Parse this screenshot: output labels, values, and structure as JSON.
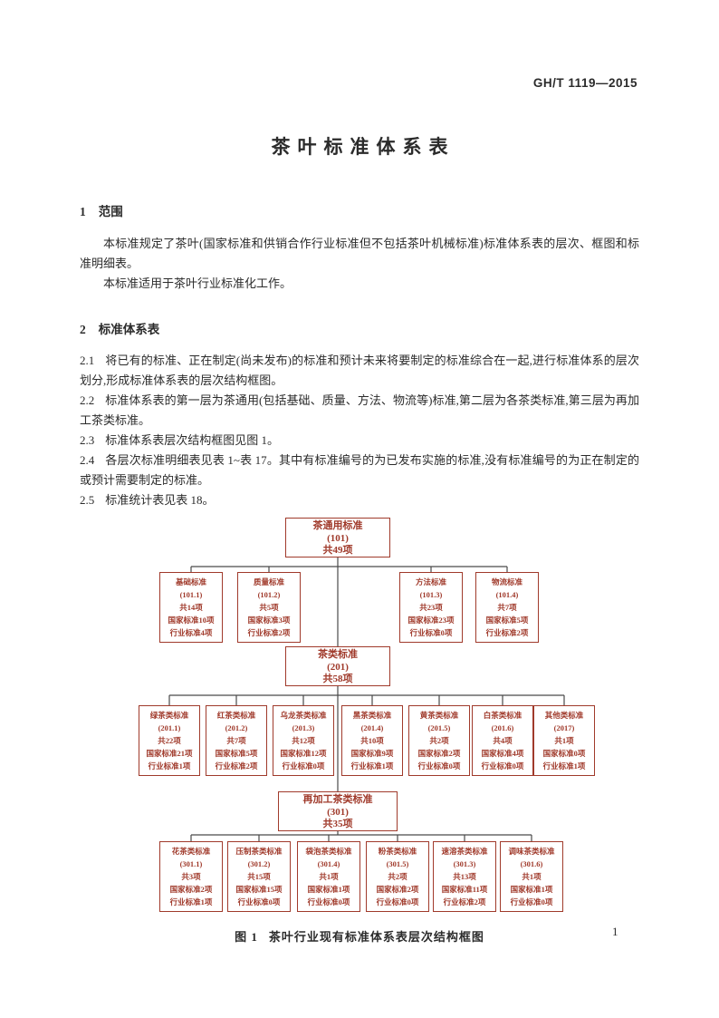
{
  "page": {
    "doc_number": "GH/T 1119—2015",
    "title": "茶叶标准体系表",
    "page_number": "1"
  },
  "section1": {
    "heading_num": "1",
    "heading": "范围",
    "p1": "本标准规定了茶叶(国家标准和供销合作行业标准但不包括茶叶机械标准)标准体系表的层次、框图和标准明细表。",
    "p2": "本标准适用于茶叶行业标准化工作。"
  },
  "section2": {
    "heading_num": "2",
    "heading": "标准体系表",
    "clauses": [
      {
        "num": "2.1",
        "text": "将已有的标准、正在制定(尚未发布)的标准和预计未来将要制定的标准综合在一起,进行标准体系的层次划分,形成标准体系表的层次结构框图。"
      },
      {
        "num": "2.2",
        "text": "标准体系表的第一层为茶通用(包括基础、质量、方法、物流等)标准,第二层为各茶类标准,第三层为再加工茶类标准。"
      },
      {
        "num": "2.3",
        "text": "标准体系表层次结构框图见图 1。"
      },
      {
        "num": "2.4",
        "text": "各层次标准明细表见表 1~表 17。其中有标准编号的为已发布实施的标准,没有标准编号的为正在制定的或预计需要制定的标准。"
      },
      {
        "num": "2.5",
        "text": "标准统计表见表 18。"
      }
    ]
  },
  "diagram": {
    "root": {
      "lines": [
        "茶通用标准",
        "(101)",
        "共49项"
      ]
    },
    "level2": [
      {
        "lines": [
          "基础标准",
          "(101.1)",
          "共14项",
          "国家标准10项",
          "行业标准4项"
        ]
      },
      {
        "lines": [
          "质量标准",
          "(101.2)",
          "共5项",
          "国家标准3项",
          "行业标准2项"
        ]
      },
      {
        "lines": [
          "方法标准",
          "(101.3)",
          "共23项",
          "国家标准23项",
          "行业标准0项"
        ]
      },
      {
        "lines": [
          "物流标准",
          "(101.4)",
          "共7项",
          "国家标准5项",
          "行业标准2项"
        ]
      }
    ],
    "mid1": {
      "lines": [
        "茶类标准",
        "(201)",
        "共58项"
      ]
    },
    "level3": [
      {
        "lines": [
          "绿茶类标准",
          "(201.1)",
          "共22项",
          "国家标准21项",
          "行业标准1项"
        ]
      },
      {
        "lines": [
          "红茶类标准",
          "(201.2)",
          "共7项",
          "国家标准5项",
          "行业标准2项"
        ]
      },
      {
        "lines": [
          "乌龙茶类标准",
          "(201.3)",
          "共12项",
          "国家标准12项",
          "行业标准0项"
        ]
      },
      {
        "lines": [
          "黑茶类标准",
          "(201.4)",
          "共10项",
          "国家标准9项",
          "行业标准1项"
        ]
      },
      {
        "lines": [
          "黄茶类标准",
          "(201.5)",
          "共2项",
          "国家标准2项",
          "行业标准0项"
        ]
      },
      {
        "lines": [
          "白茶类标准",
          "(201.6)",
          "共4项",
          "国家标准4项",
          "行业标准0项"
        ]
      },
      {
        "lines": [
          "其他类标准",
          "(2017)",
          "共1项",
          "国家标准0项",
          "行业标准1项"
        ]
      }
    ],
    "mid2": {
      "lines": [
        "再加工茶类标准",
        "(301)",
        "共35项"
      ]
    },
    "level4": [
      {
        "lines": [
          "花茶类标准",
          "(301.1)",
          "共3项",
          "国家标准2项",
          "行业标准1项"
        ]
      },
      {
        "lines": [
          "压制茶类标准",
          "(301.2)",
          "共15项",
          "国家标准15项",
          "行业标准0项"
        ]
      },
      {
        "lines": [
          "袋泡茶类标准",
          "(301.4)",
          "共1项",
          "国家标准1项",
          "行业标准0项"
        ]
      },
      {
        "lines": [
          "粉茶类标准",
          "(301.5)",
          "共2项",
          "国家标准2项",
          "行业标准0项"
        ]
      },
      {
        "lines": [
          "速溶茶类标准",
          "(301.3)",
          "共13项",
          "国家标准11项",
          "行业标准2项"
        ]
      },
      {
        "lines": [
          "调味茶类标准",
          "(301.6)",
          "共1项",
          "国家标准1项",
          "行业标准0项"
        ]
      }
    ],
    "caption_fig_num": "图 1",
    "caption": "茶叶行业现有标准体系表层次结构框图"
  },
  "colors": {
    "box_accent": "#a03a2b",
    "connector": "#4a4a4a"
  }
}
